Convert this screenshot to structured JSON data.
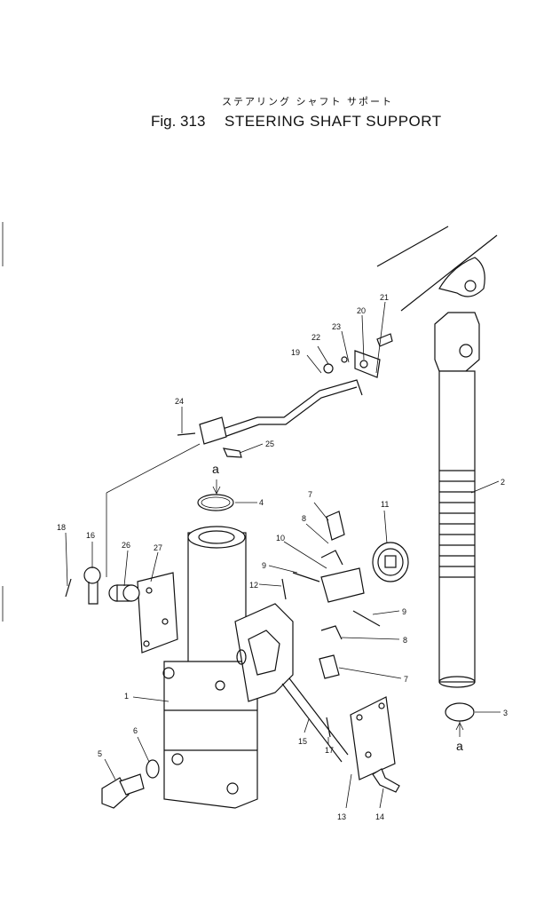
{
  "header": {
    "title_jp": "ステアリング シャフト サポート",
    "fig_label": "Fig. 313",
    "title_en": "STEERING SHAFT SUPPORT"
  },
  "callouts": [
    "1",
    "2",
    "3",
    "4",
    "5",
    "6",
    "7",
    "7",
    "8",
    "8",
    "9",
    "9",
    "10",
    "11",
    "12",
    "13",
    "14",
    "15",
    "16",
    "17",
    "18",
    "19",
    "20",
    "21",
    "22",
    "23",
    "24",
    "25",
    "26",
    "27"
  ],
  "reference_letter": "a"
}
